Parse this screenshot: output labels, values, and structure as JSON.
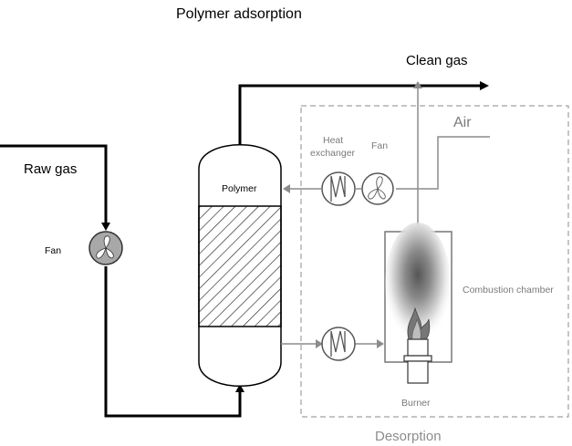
{
  "title": "Polymer adsorption",
  "labels": {
    "clean_gas": "Clean gas",
    "raw_gas": "Raw gas",
    "air": "Air",
    "fan_left": "Fan",
    "fan_right": "Fan",
    "heat_exchanger_line1": "Heat",
    "heat_exchanger_line2": "exchanger",
    "polymer": "Polymer",
    "combustion_chamber": "Combustion chamber",
    "burner": "Burner",
    "desorption": "Desorption"
  },
  "colors": {
    "main_line": "#000000",
    "desorption_line": "#8c8c8c",
    "dashed_box": "#a0a0a0",
    "fan_fill": "#a8a8a8"
  }
}
